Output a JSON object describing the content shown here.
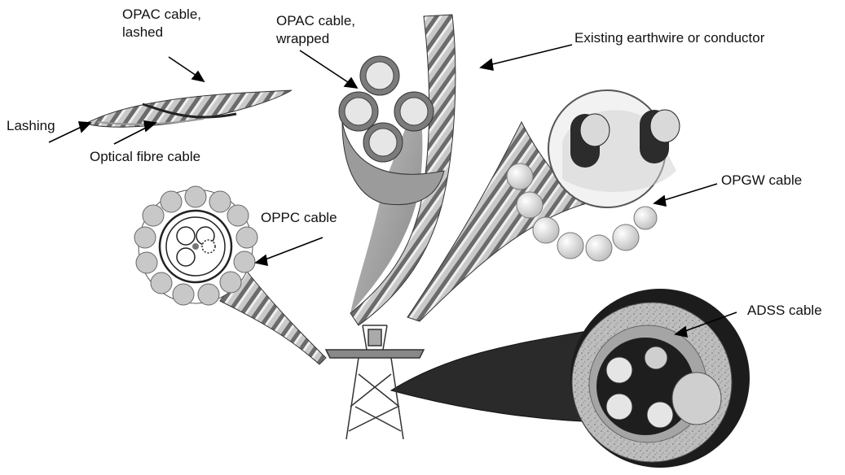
{
  "labels": {
    "opac_lashed_line1": "OPAC cable,",
    "opac_lashed_line2": "lashed",
    "opac_wrapped_line1": "OPAC cable,",
    "opac_wrapped_line2": "wrapped",
    "existing_earthwire": "Existing earthwire or conductor",
    "lashing": "Lashing",
    "optical_fibre": "Optical fibre cable",
    "opgw": "OPGW cable",
    "oppc": "OPPC cable",
    "adss": "ADSS cable"
  },
  "colors": {
    "strand_dark": "#3a3a3a",
    "strand_mid": "#8a8a8a",
    "strand_light": "#d9d9d9",
    "oppc_wire_fill": "#c8c8c8",
    "adss_jacket": "#a9a9a9",
    "adss_inner": "#1e1e1e"
  }
}
